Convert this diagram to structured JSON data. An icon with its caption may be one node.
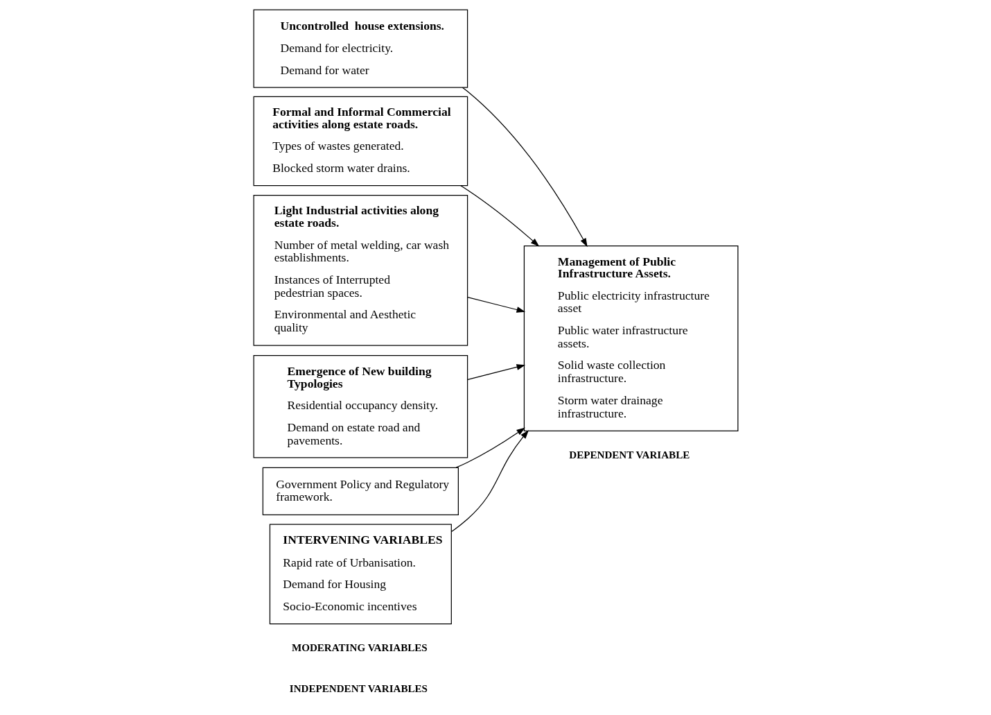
{
  "diagram": {
    "nodes": [
      {
        "text": [
          "Uncontrolled  house extensions.",
          "Demand for electricity.",
          "Demand for water"
        ]
      },
      {
        "text": [
          "Formal and Informal Commercial activities along estate roads.",
          "Types of wastes generated.",
          "Blocked storm water drains."
        ]
      },
      {
        "text": [
          "Light Industrial activities along estate roads.",
          "Number of metal welding, car wash establishments.",
          "Instances of Interrupted pedestrian spaces.",
          "Environmental and Aesthetic quality"
        ]
      },
      {
        "text": [
          "Emergence of New building Typologies",
          "Residential occupancy density.",
          "Demand on estate road and pavements."
        ]
      },
      {
        "text": [
          "Government Policy and Regulatory framework."
        ]
      },
      {
        "text": [
          "INTERVENING VARIABLES",
          "Rapid rate of Urbanisation.",
          "Demand for Housing",
          "Socio-Economic incentives"
        ]
      },
      {
        "text": [
          "Management of Public Infrastructure Assets.",
          "Public electricity infrastructure asset",
          "Public water infrastructure assets.",
          "Solid waste collection infrastructure.",
          "Storm water drainage infrastructure."
        ]
      }
    ],
    "edges": [
      {
        "from": 0,
        "to": 6,
        "arrow": "to"
      },
      {
        "from": 1,
        "to": 6,
        "arrow": "to"
      },
      {
        "from": 2,
        "to": 6,
        "arrow": "to"
      },
      {
        "from": 3,
        "to": 6,
        "arrow": "to"
      },
      {
        "from": 4,
        "to": 6,
        "arrow": "to"
      },
      {
        "from": 5,
        "to": 6,
        "arrow": "to"
      }
    ],
    "labels": [
      "INDEPENDENT VARIABLES",
      "MODERATING VARIABLES",
      "DEPENDENT VARIABLE"
    ]
  }
}
